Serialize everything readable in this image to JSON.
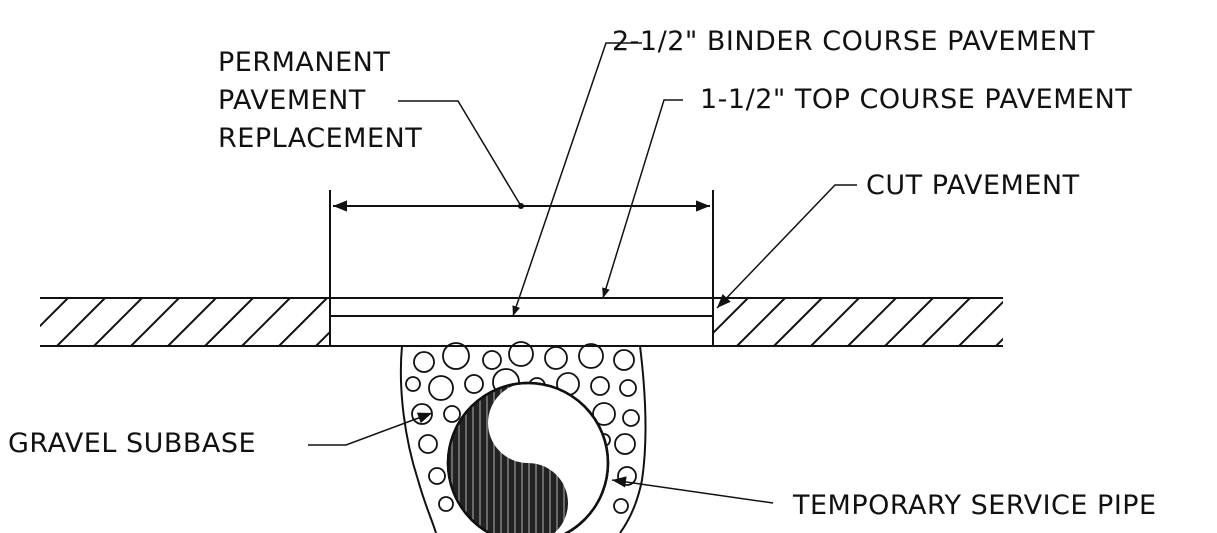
{
  "labels": {
    "permanent_replacement": [
      "PERMANENT",
      "PAVEMENT",
      "REPLACEMENT"
    ],
    "binder_course": "2-1/2\" BINDER COURSE PAVEMENT",
    "top_course": "1-1/2\" TOP COURSE PAVEMENT",
    "cut_pavement": "CUT PAVEMENT",
    "gravel_subbase": "GRAVEL SUBBASE",
    "temporary_service_pipe": "TEMPORARY SERVICE PIPE"
  },
  "colors": {
    "ink": "#111111",
    "paper": "#ffffff"
  }
}
